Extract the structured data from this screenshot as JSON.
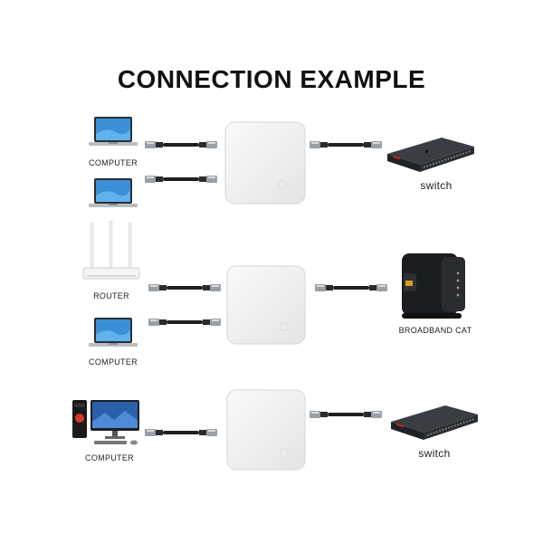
{
  "title": "CONNECTION EXAMPLE",
  "labels": {
    "computer_1": "COMPUTER",
    "switch_1": "switch",
    "router": "ROUTER",
    "computer_2": "COMPUTER",
    "broadband_cat": "BROADBAND CAT",
    "computer_3": "COMPUTER",
    "switch_2": "switch"
  },
  "icons": [
    "laptop-icon",
    "ethernet-cable-icon",
    "adapter-box-icon",
    "network-switch-icon",
    "router-icon",
    "broadband-modem-icon",
    "desktop-pc-icon"
  ]
}
